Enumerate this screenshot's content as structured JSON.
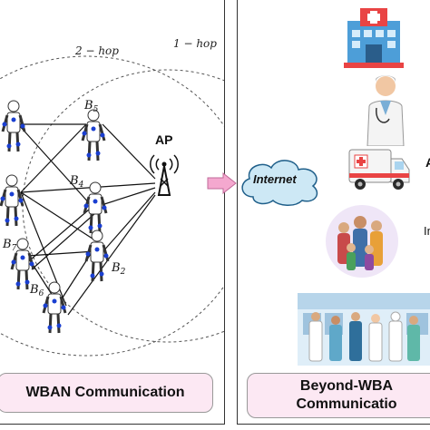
{
  "left_panel": {
    "hop2": "2 − hop",
    "hop1": "1 − hop",
    "ap_label": "AP",
    "bodies": {
      "b5": "B",
      "b5_sub": "5",
      "b4": "B",
      "b4_sub": "4",
      "b7": "B",
      "b7_sub": "7",
      "b2": "B",
      "b2_sub": "2",
      "b6": "B",
      "b6_sub": "6"
    },
    "footer": "WBAN Communication"
  },
  "right_panel": {
    "cloud_label": "Internet",
    "footer_line1": "Beyond-WBA",
    "footer_line2": "Communicatio",
    "cut_labels": {
      "ambulance": "A",
      "family": "Im"
    }
  },
  "colors": {
    "footer_bg": "#fce8f3",
    "arrow": "#f4a8cf",
    "cloud": "#cde8f5",
    "node_dot": "#1a3fd1"
  }
}
